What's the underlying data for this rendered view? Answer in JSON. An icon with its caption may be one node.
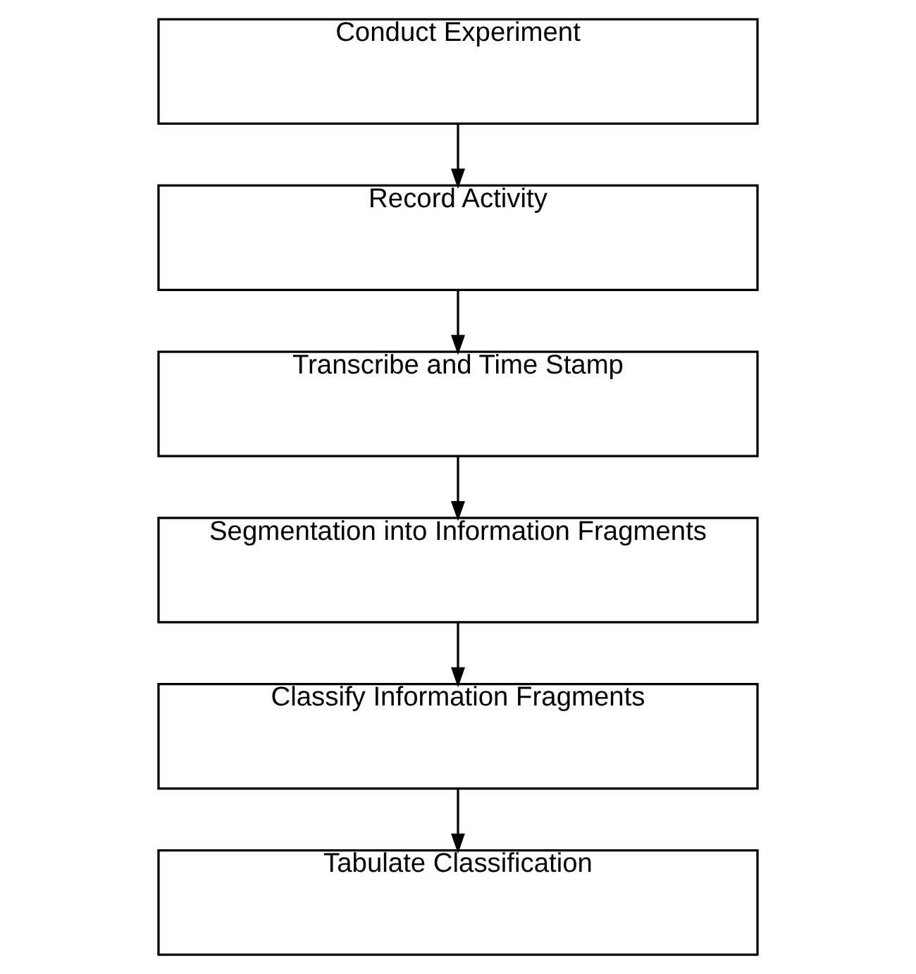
{
  "diagram": {
    "nodes": [
      {
        "text": [
          "Conduct Experiment"
        ]
      },
      {
        "text": [
          "Record Activity"
        ]
      },
      {
        "text": [
          "Transcribe and Time Stamp"
        ]
      },
      {
        "text": [
          "Segmentation into Information Fragments"
        ]
      },
      {
        "text": [
          "Classify Information Fragments"
        ]
      },
      {
        "text": [
          "Tabulate Classification"
        ]
      }
    ],
    "edges": [
      {
        "from": 0,
        "to": 1,
        "arrow": "to"
      },
      {
        "from": 1,
        "to": 2,
        "arrow": "to"
      },
      {
        "from": 2,
        "to": 3,
        "arrow": "to"
      },
      {
        "from": 3,
        "to": 4,
        "arrow": "to"
      },
      {
        "from": 4,
        "to": 5,
        "arrow": "to"
      }
    ]
  }
}
